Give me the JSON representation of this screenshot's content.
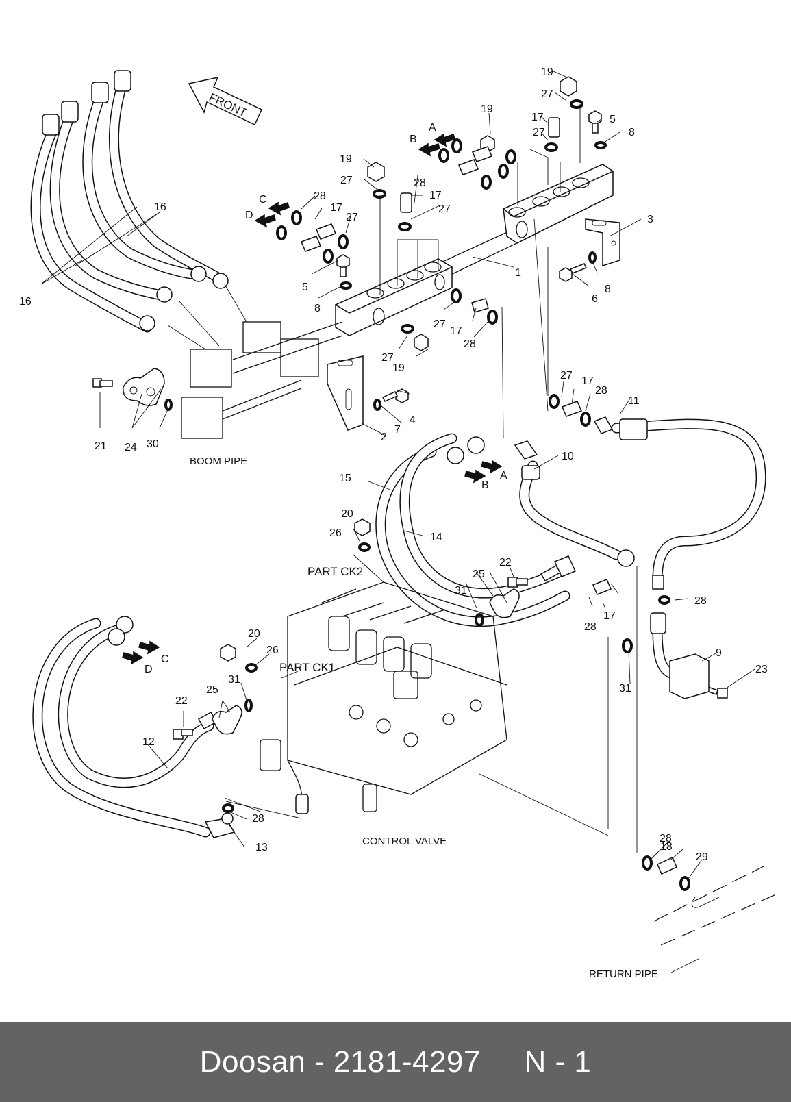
{
  "callouts": [
    {
      "t": "1"
    },
    {
      "t": "2"
    },
    {
      "t": "3"
    },
    {
      "t": "4"
    },
    {
      "t": "5"
    },
    {
      "t": "5"
    },
    {
      "t": "6"
    },
    {
      "t": "7"
    },
    {
      "t": "8"
    },
    {
      "t": "8"
    },
    {
      "t": "8"
    },
    {
      "t": "9"
    },
    {
      "t": "10"
    },
    {
      "t": "11"
    },
    {
      "t": "12"
    },
    {
      "t": "13"
    },
    {
      "t": "14"
    },
    {
      "t": "15"
    },
    {
      "t": "16"
    },
    {
      "t": "16"
    },
    {
      "t": "17"
    },
    {
      "t": "17"
    },
    {
      "t": "17"
    },
    {
      "t": "17"
    },
    {
      "t": "17"
    },
    {
      "t": "17"
    },
    {
      "t": "18"
    },
    {
      "t": "19"
    },
    {
      "t": "19"
    },
    {
      "t": "19"
    },
    {
      "t": "19"
    },
    {
      "t": "20"
    },
    {
      "t": "20"
    },
    {
      "t": "21"
    },
    {
      "t": "22"
    },
    {
      "t": "22"
    },
    {
      "t": "23"
    },
    {
      "t": "24"
    },
    {
      "t": "25"
    },
    {
      "t": "25"
    },
    {
      "t": "26"
    },
    {
      "t": "26"
    },
    {
      "t": "27"
    },
    {
      "t": "27"
    },
    {
      "t": "27"
    },
    {
      "t": "27"
    },
    {
      "t": "27"
    },
    {
      "t": "27"
    },
    {
      "t": "27"
    },
    {
      "t": "27"
    },
    {
      "t": "28"
    },
    {
      "t": "28"
    },
    {
      "t": "28"
    },
    {
      "t": "28"
    },
    {
      "t": "28"
    },
    {
      "t": "28"
    },
    {
      "t": "28"
    },
    {
      "t": "28"
    },
    {
      "t": "29"
    },
    {
      "t": "30"
    },
    {
      "t": "31"
    },
    {
      "t": "31"
    },
    {
      "t": "31"
    },
    {
      "t": "A"
    },
    {
      "t": "A"
    },
    {
      "t": "B"
    },
    {
      "t": "B"
    },
    {
      "t": "C"
    },
    {
      "t": "C"
    },
    {
      "t": "D"
    },
    {
      "t": "D"
    }
  ],
  "captions": {
    "front": "FRONT",
    "boom_pipe": "BOOM PIPE",
    "part_ck2": "PART CK2",
    "part_ck1": "PART CK1",
    "control_valve": "CONTROL VALVE",
    "return_pipe": "RETURN PIPE"
  },
  "footer": {
    "text": "Doosan - 2181-4297     N - 1"
  },
  "colors": {
    "footer_bg": "#636363",
    "footer_text": "#ffffff",
    "line": "#111111"
  }
}
